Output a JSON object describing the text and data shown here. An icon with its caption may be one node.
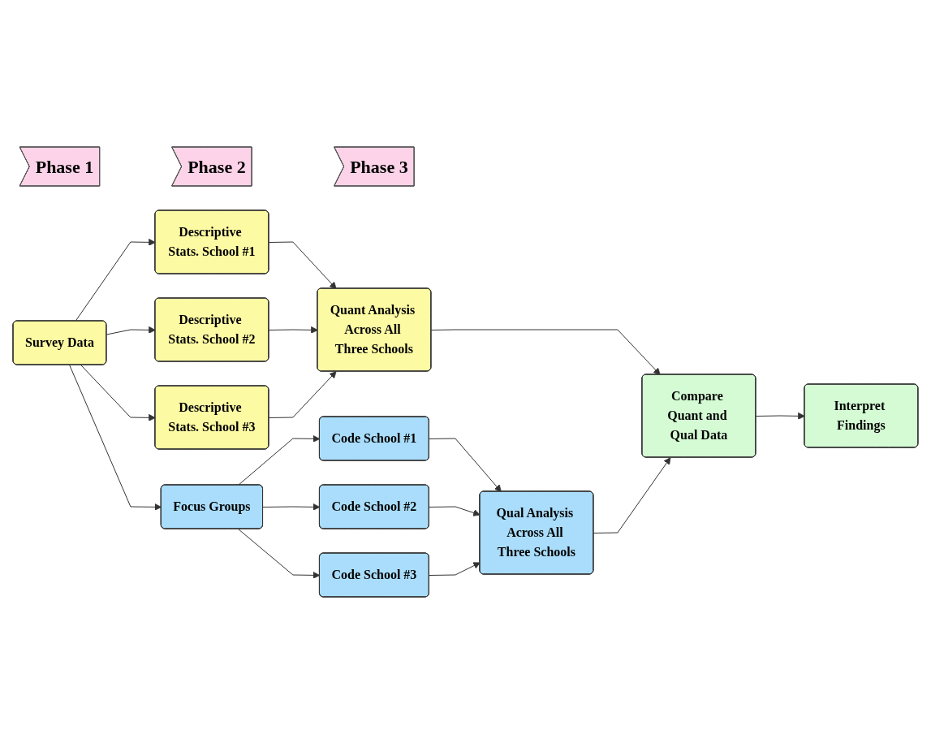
{
  "diagram": {
    "nodes": [
      {
        "text": [
          "Phase 1"
        ]
      },
      {
        "text": [
          "Phase 2"
        ]
      },
      {
        "text": [
          "Phase 3"
        ]
      },
      {
        "text": [
          "Survey Data"
        ]
      },
      {
        "text": [
          "Descriptive Stats. School #1"
        ]
      },
      {
        "text": [
          "Descriptive Stats. School #2"
        ]
      },
      {
        "text": [
          "Descriptive Stats. School #3"
        ]
      },
      {
        "text": [
          "Quant Analysis Across All Three Schools"
        ]
      },
      {
        "text": [
          "Compare Quant and Qual Data"
        ]
      },
      {
        "text": [
          "Interpret Findings"
        ]
      },
      {
        "text": [
          "Focus Groups"
        ]
      },
      {
        "text": [
          "Code School #1"
        ]
      },
      {
        "text": [
          "Code School #2"
        ]
      },
      {
        "text": [
          "Code School #3"
        ]
      },
      {
        "text": [
          "Qual Analysis Across All Three Schools"
        ]
      }
    ],
    "edges": [
      {
        "from": 3,
        "to": 4,
        "arrow": "to"
      },
      {
        "from": 3,
        "to": 5,
        "arrow": "to"
      },
      {
        "from": 3,
        "to": 6,
        "arrow": "to"
      },
      {
        "from": 3,
        "to": 10,
        "arrow": "to"
      },
      {
        "from": 4,
        "to": 7,
        "arrow": "to"
      },
      {
        "from": 5,
        "to": 7,
        "arrow": "to"
      },
      {
        "from": 6,
        "to": 7,
        "arrow": "to"
      },
      {
        "from": 7,
        "to": 8,
        "arrow": "to"
      },
      {
        "from": 8,
        "to": 9,
        "arrow": "to"
      },
      {
        "from": 10,
        "to": 11,
        "arrow": "to"
      },
      {
        "from": 10,
        "to": 12,
        "arrow": "to"
      },
      {
        "from": 10,
        "to": 13,
        "arrow": "to"
      },
      {
        "from": 11,
        "to": 14,
        "arrow": "to"
      },
      {
        "from": 12,
        "to": 14,
        "arrow": "to"
      },
      {
        "from": 13,
        "to": 14,
        "arrow": "to"
      },
      {
        "from": 14,
        "to": 8,
        "arrow": "to"
      }
    ]
  }
}
